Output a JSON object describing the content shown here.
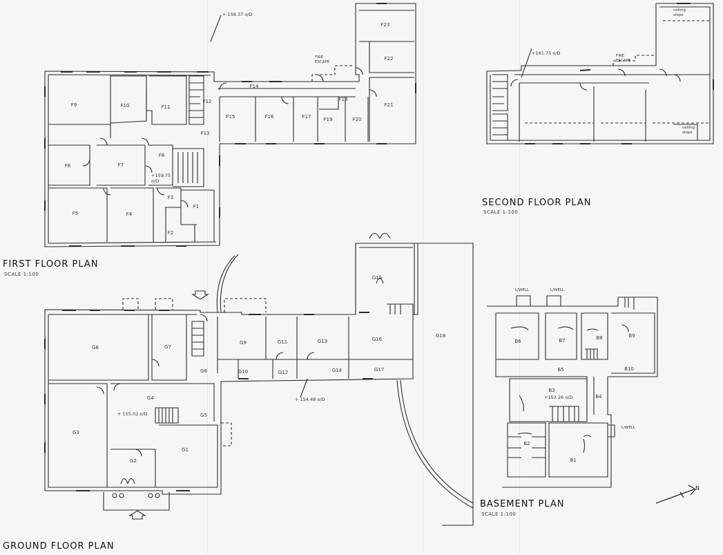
{
  "drawing": {
    "plans": {
      "first_floor": {
        "title": "FIRST FLOOR PLAN",
        "scale": "SCALE 1:100",
        "level_notes": [
          "+ 158.37 o/D",
          "+159.75 o/D"
        ],
        "fire_escape": "FIRE ESCAPE",
        "rooms": [
          "F1",
          "F2",
          "F3",
          "F4",
          "F5",
          "F6",
          "F7",
          "F8",
          "F9",
          "F10",
          "F11",
          "F12",
          "F13",
          "F14",
          "F15",
          "F16",
          "F17",
          "F18",
          "F19",
          "F20",
          "F21",
          "F22",
          "F23"
        ]
      },
      "second_floor": {
        "title": "SECOND FLOOR PLAN",
        "scale": "SCALE 1:100",
        "level_notes": [
          "+161.75 o/D"
        ],
        "fire_escape": "FIRE ESCAPE",
        "ceiling_notes": [
          "ceiling slope",
          "ceiling slope"
        ]
      },
      "ground_floor": {
        "title": "GROUND FLOOR PLAN",
        "level_notes": [
          "+ 155.02 o/D",
          "+ 154.48 o/D"
        ],
        "rooms": [
          "G1",
          "G2",
          "G3",
          "G4",
          "G5",
          "G6",
          "G7",
          "G8",
          "G9",
          "G10",
          "G11",
          "G12",
          "G13",
          "G14",
          "G15",
          "G16",
          "G17",
          "G18"
        ]
      },
      "basement": {
        "title": "BASEMENT PLAN",
        "scale": "SCALE 1:100",
        "level_notes": [
          "+152.26 o/D"
        ],
        "well_notes": [
          "L/WELL",
          "L/WELL",
          "L/WELL"
        ],
        "rooms": [
          "B1",
          "B2",
          "B3",
          "B4",
          "B5",
          "B6",
          "B7",
          "B8",
          "B9",
          "B10"
        ]
      }
    },
    "north_label": "N"
  }
}
